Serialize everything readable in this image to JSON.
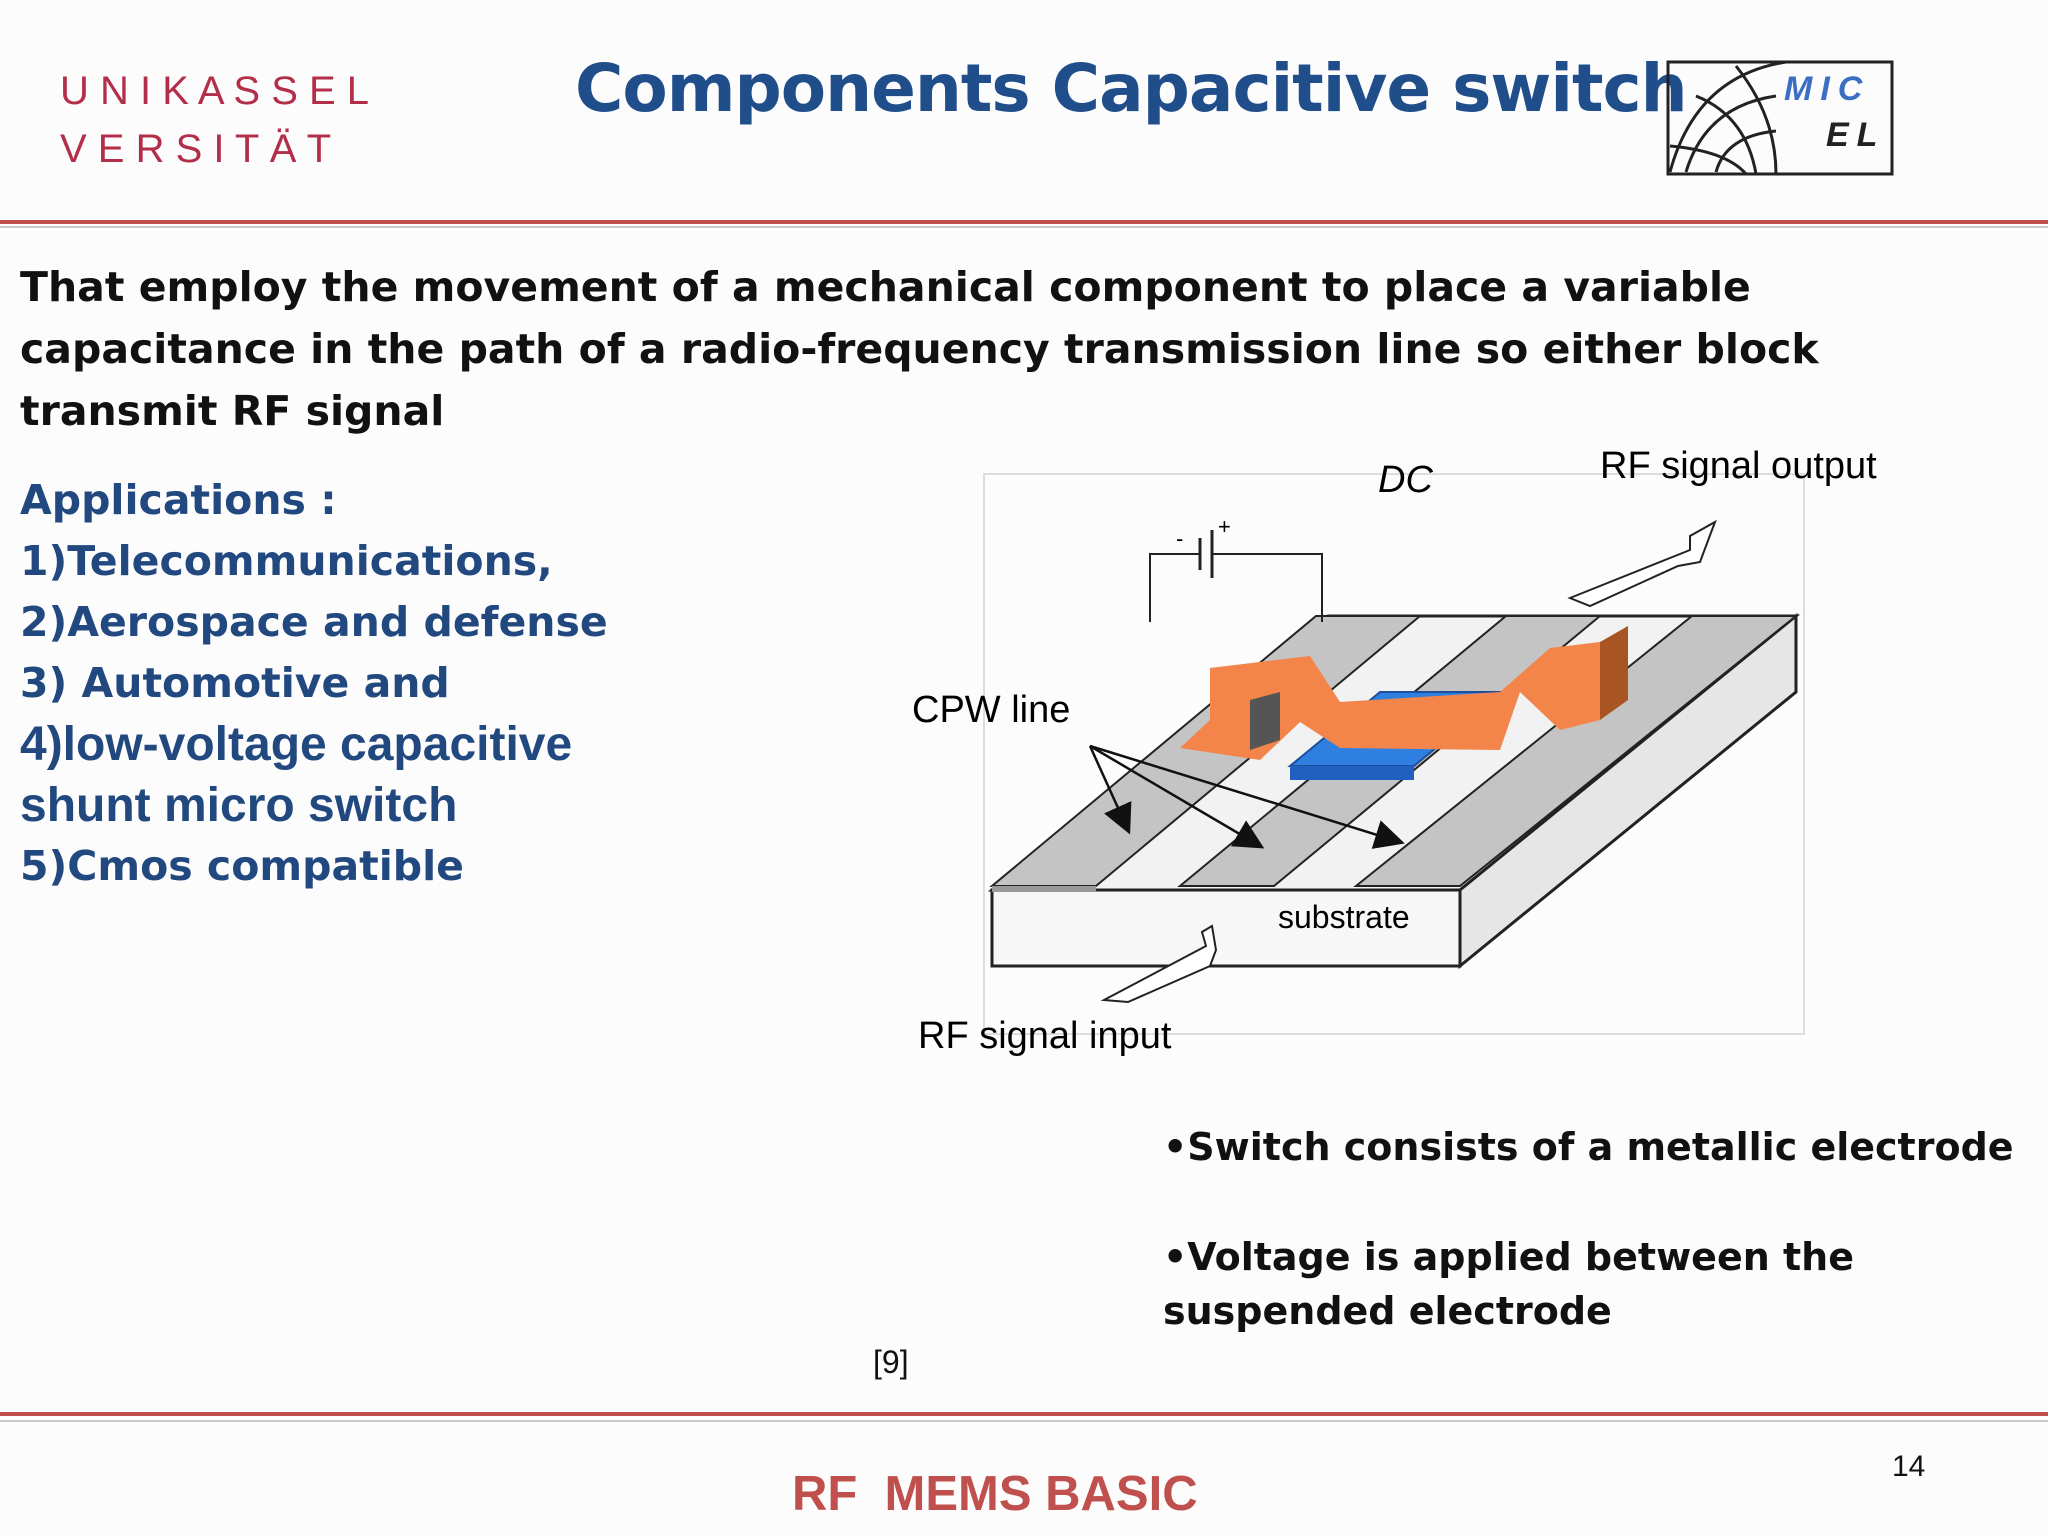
{
  "header": {
    "logo_line1": "U N I K A S S E L",
    "logo_line2": "V E R S I T Ä T",
    "title": "Components Capacitive switch",
    "mic_logo_text1": "MIC",
    "mic_logo_text2": "EL"
  },
  "intro": "That employ the movement of a mechanical component to place a variable capacitance in the path of a radio-frequency transmission line so either block transmit RF signal",
  "applications": {
    "heading": "Applications :",
    "items": [
      "1)Telecommunications,",
      "2)Aerospace and defense",
      "3) Automotive and",
      "4)low-voltage capacitive",
      "shunt micro switch",
      "5)Cmos compatible"
    ]
  },
  "diagram": {
    "dc_label": "DC",
    "minus": "-",
    "plus": "+",
    "rf_output": "RF signal output",
    "cpw_label": "CPW line",
    "substrate": "substrate",
    "rf_input": "RF signal input",
    "colors": {
      "bridge": "#f3844a",
      "bridge_dark": "#a85423",
      "electrode": "#2f7fe0",
      "line": "#c4c4c4"
    }
  },
  "bullets": [
    "•Switch consists of a metallic electrode",
    "•Voltage is applied between the suspended electrode"
  ],
  "reference": "[9]",
  "footer": "RF  MEMS BASIC",
  "page_number": "14"
}
